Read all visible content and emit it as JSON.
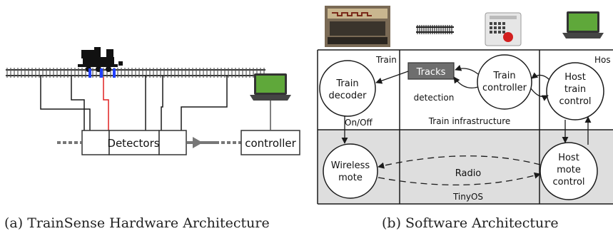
{
  "hardware": {
    "detectors_label": "Detectors",
    "controller_label": "controller",
    "caption": "(a) TrainSense Hardware Architecture"
  },
  "software": {
    "train_region_label": "Train",
    "host_region_label": "Hos",
    "train_decoder_line1": "Train",
    "train_decoder_line2": "decoder",
    "tracks_label": "Tracks",
    "train_controller_line1": "Train",
    "train_controller_line2": "controller",
    "host_train_control_line1": "Host",
    "host_train_control_line2": "train",
    "host_train_control_line3": "control",
    "detection_label": "detection",
    "onoff_label": "On/Off",
    "train_infrastructure_label": "Train infrastructure",
    "wireless_mote_line1": "Wireless",
    "wireless_mote_line2": "mote",
    "radio_label": "Radio",
    "host_mote_control_line1": "Host",
    "host_mote_control_line2": "mote",
    "host_mote_control_line3": "control",
    "tinyos_label": "TinyOS",
    "caption": "(b) Software Architecture"
  },
  "colors": {
    "line": "#1a1a1a",
    "detector_wire": "#e02020",
    "sensor_blue": "#2040ff",
    "tinyos_bg": "#dedede",
    "tracks_box": "#6e6e6e",
    "arrow_grey": "#777777"
  }
}
